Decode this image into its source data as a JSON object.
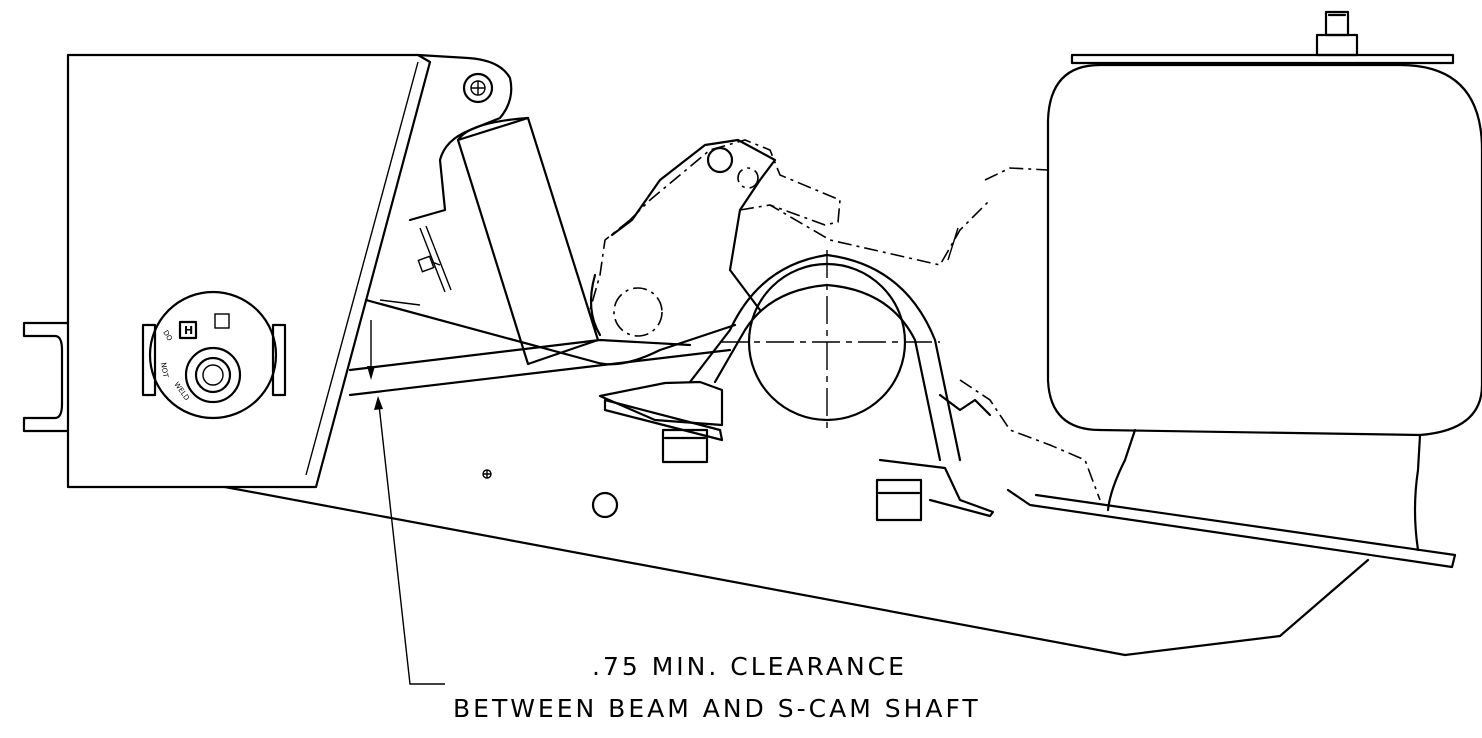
{
  "drawing": {
    "callout_line1": ".75 MIN. CLEARANCE",
    "callout_line2": "BETWEEN BEAM AND S-CAM SHAFT",
    "hanger_label_do": "DO",
    "hanger_label_not": "NOT",
    "hanger_label_weld": "WELD",
    "hanger_mark": "H"
  }
}
